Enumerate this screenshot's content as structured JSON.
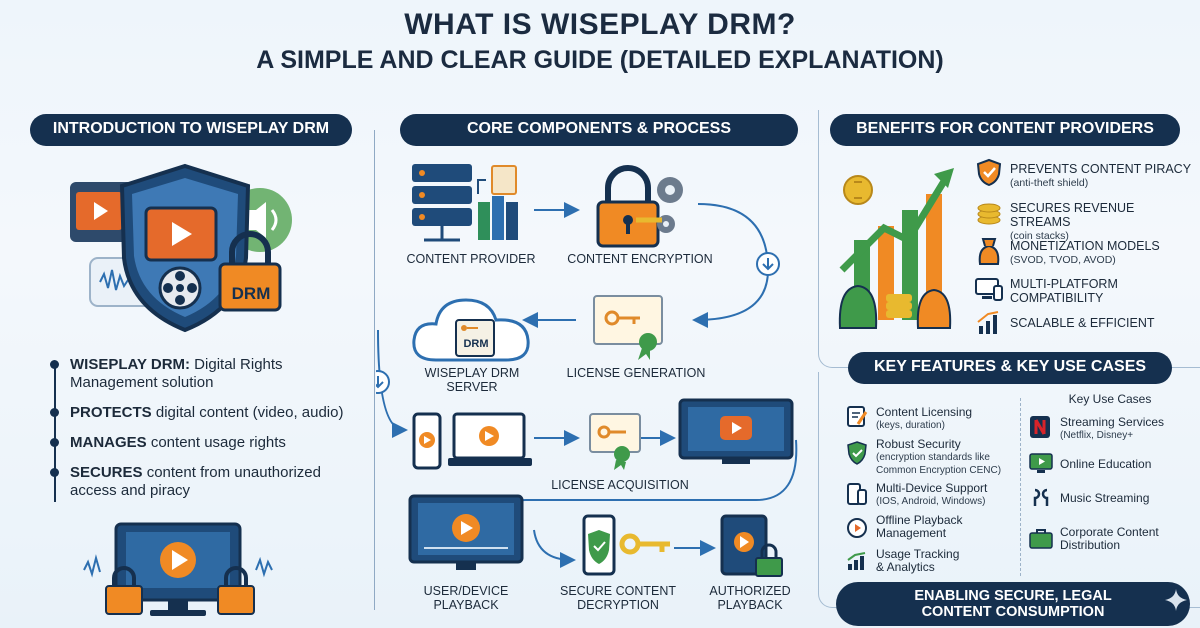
{
  "title": "WHAT IS WISEPLAY DRM?",
  "subtitle": "A SIMPLE AND CLEAR GUIDE (DETAILED EXPLANATION)",
  "intro": {
    "heading": "INTRODUCTION TO WISEPLAY DRM",
    "badge": "DRM",
    "bullets": [
      {
        "bold": "WISEPLAY DRM:",
        "text": " Digital Rights Management solution"
      },
      {
        "bold": "PROTECTS",
        "text": " digital content (video, audio)"
      },
      {
        "bold": "MANAGES",
        "text": " content usage rights"
      },
      {
        "bold": "SECURES",
        "text": " content from unauthorized access and piracy"
      }
    ]
  },
  "core": {
    "heading": "CORE COMPONENTS & PROCESS",
    "steps": {
      "provider": "CONTENT PROVIDER",
      "encryption": "CONTENT ENCRYPTION",
      "server_line1": "WISEPLAY DRM",
      "server_line2": "SERVER",
      "server_badge": "DRM",
      "license_gen": "LICENSE GENERATION",
      "license_acq": "LICENSE ACQUISITION",
      "playback_line1": "USER/DEVICE",
      "playback_line2": "PLAYBACK",
      "decrypt_line1": "SECURE CONTENT",
      "decrypt_line2": "DECRYPTION",
      "authorized_line1": "AUTHORIZED",
      "authorized_line2": "PLAYBACK"
    }
  },
  "benefits": {
    "heading": "BENEFITS FOR CONTENT PROVIDERS",
    "items": [
      {
        "title": "PREVENTS CONTENT PIRACY",
        "sub": "(anti-theft shield)"
      },
      {
        "title": "SECURES REVENUE STREAMS",
        "sub": "(coin stacks)"
      },
      {
        "title": "MONETIZATION MODELS",
        "sub": "(SVOD, TVOD, AVOD)"
      },
      {
        "title": "MULTI-PLATFORM",
        "sub": "COMPATIBILITY"
      },
      {
        "title": "SCALABLE & EFFICIENT",
        "sub": ""
      }
    ]
  },
  "features": {
    "heading": "KEY FEATURES & KEY USE CASES",
    "items": [
      {
        "title": "Content Licensing",
        "sub": "(keys, duration)"
      },
      {
        "title": "Robust Security",
        "sub": "(encryption standards like Common Encryption CENC)"
      },
      {
        "title": "Multi-Device Support",
        "sub": "(IOS, Android, Windows)"
      },
      {
        "title": "Offline Playback",
        "sub": "Management"
      },
      {
        "title": "Usage Tracking",
        "sub": "& Analytics"
      }
    ],
    "usecases_heading": "Key Use Cases",
    "usecases": [
      {
        "title": "Streaming Services",
        "sub": "(Netflix, Disney+"
      },
      {
        "title": "Online Education",
        "sub": ""
      },
      {
        "title": "Music Streaming",
        "sub": ""
      },
      {
        "title": "Corporate Content",
        "sub": "Distribution"
      }
    ]
  },
  "footer": {
    "line1": "ENABLING SECURE, LEGAL",
    "line2": "CONTENT CONSUMPTION"
  },
  "colors": {
    "navy": "#15304f",
    "orange": "#f08a24",
    "green": "#3f9a4a",
    "gold": "#e8b92f",
    "blue": "#2d6fb0"
  }
}
